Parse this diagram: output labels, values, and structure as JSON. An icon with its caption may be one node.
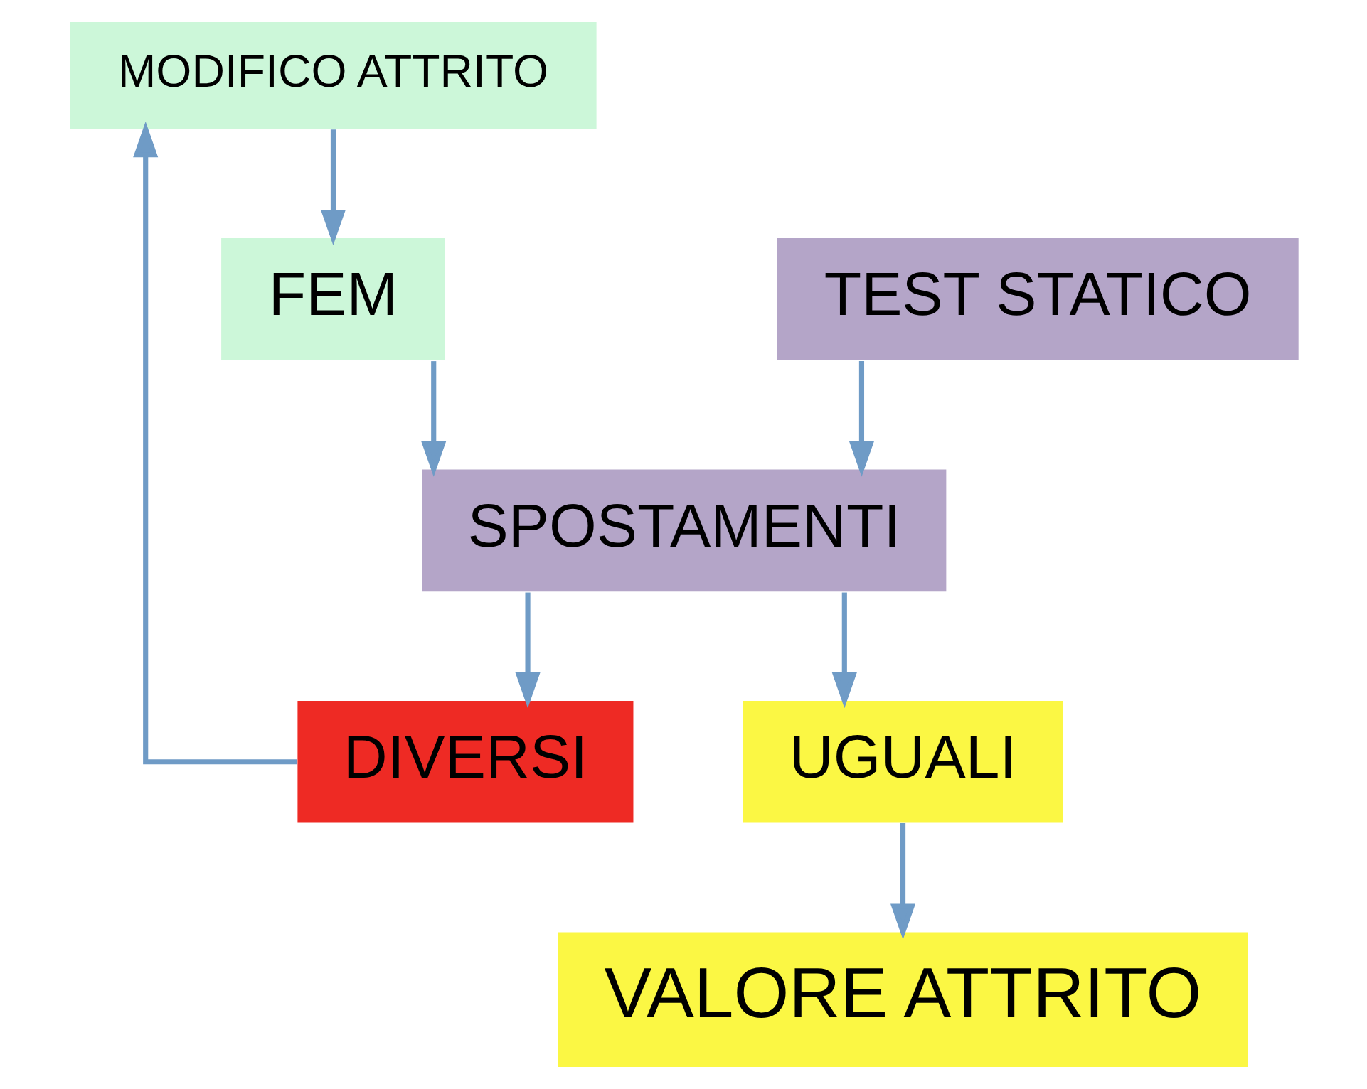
{
  "diagram": {
    "nodes": [
      {
        "text": [
          "FEM"
        ]
      },
      {
        "text": [
          "TEST STATICO"
        ]
      },
      {
        "text": [
          "MODIFICO ATTRITO"
        ]
      },
      {
        "text": [
          "SPOSTAMENTI"
        ]
      },
      {
        "text": [
          "DIVERSI"
        ]
      },
      {
        "text": [
          "UGUALI"
        ]
      },
      {
        "text": [
          "VALORE ATTRITO"
        ]
      }
    ],
    "edges": [
      {
        "from": 2,
        "to": 0,
        "arrow": "to"
      },
      {
        "from": 0,
        "to": 3,
        "arrow": "to"
      },
      {
        "from": 1,
        "to": 3,
        "arrow": "to"
      },
      {
        "from": 3,
        "to": 4,
        "arrow": "to"
      },
      {
        "from": 3,
        "to": 5,
        "arrow": "to"
      },
      {
        "from": 4,
        "to": 2,
        "arrow": "to"
      },
      {
        "from": 5,
        "to": 6,
        "arrow": "to"
      }
    ]
  }
}
